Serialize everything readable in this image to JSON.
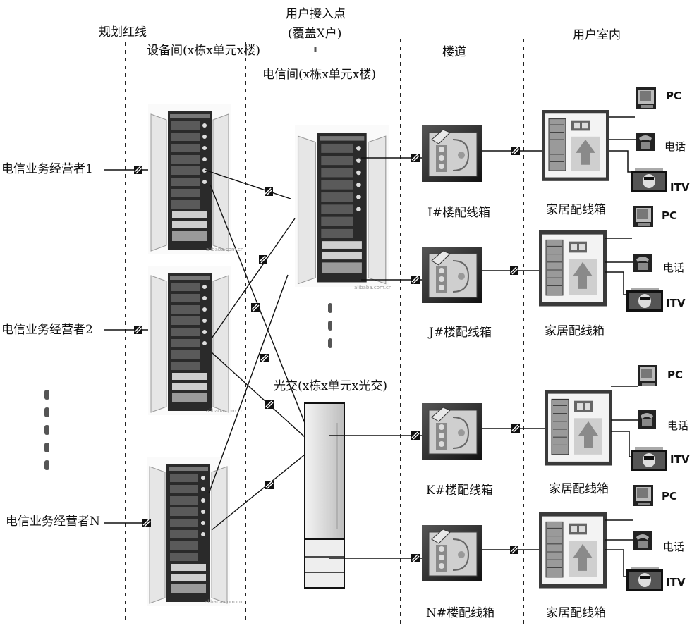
{
  "zones": {
    "redline": "规划红线",
    "equipment_room": "设备间(x栋x单元x楼)",
    "access_point_line1": "用户接入点",
    "access_point_line2": "(覆盖X户)",
    "telecom_room": "电信间(x栋x单元x楼)",
    "corridor": "楼道",
    "indoor": "用户室内"
  },
  "operators": [
    "电信业务经营者1",
    "电信业务经营者2",
    "电信业务经营者N"
  ],
  "optical_cabinet": "光交(x栋x单元x光交)",
  "floor_boxes": [
    "I#楼配线箱",
    "J#楼配线箱",
    "K#楼配线箱",
    "N#楼配线箱"
  ],
  "home_box_label": "家居配线箱",
  "devices": {
    "pc": "PC",
    "phone": "电话",
    "itv": "ITV"
  },
  "rack_watermark": "alibaba.com.cn"
}
